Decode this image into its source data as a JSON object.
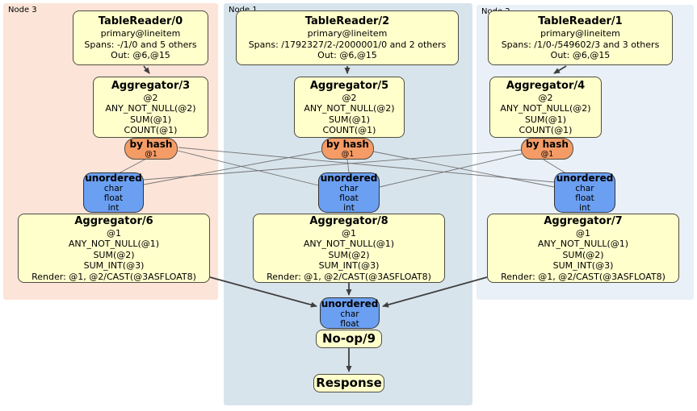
{
  "groups": {
    "node3": {
      "label": "Node 3"
    },
    "node1": {
      "label": "Node 1"
    },
    "node2": {
      "label": "Node 2"
    }
  },
  "processors": {
    "tablereader0": {
      "title": "TableReader/0",
      "lines": [
        "primary@lineitem",
        "Spans: -/1/0 and 5 others",
        "Out: @6,@15"
      ]
    },
    "tablereader2": {
      "title": "TableReader/2",
      "lines": [
        "primary@lineitem",
        "Spans: /1792327/2-/2000001/0 and 2 others",
        "Out: @6,@15"
      ]
    },
    "tablereader1": {
      "title": "TableReader/1",
      "lines": [
        "primary@lineitem",
        "Spans: /1/0-/549602/3 and 3 others",
        "Out: @6,@15"
      ]
    },
    "aggregator3": {
      "title": "Aggregator/3",
      "lines": [
        "@2",
        "ANY_NOT_NULL(@2)",
        "SUM(@1)",
        "COUNT(@1)"
      ]
    },
    "aggregator5": {
      "title": "Aggregator/5",
      "lines": [
        "@2",
        "ANY_NOT_NULL(@2)",
        "SUM(@1)",
        "COUNT(@1)"
      ]
    },
    "aggregator4": {
      "title": "Aggregator/4",
      "lines": [
        "@2",
        "ANY_NOT_NULL(@2)",
        "SUM(@1)",
        "COUNT(@1)"
      ]
    },
    "aggregator6": {
      "title": "Aggregator/6",
      "lines": [
        "@1",
        "ANY_NOT_NULL(@1)",
        "SUM(@2)",
        "SUM_INT(@3)",
        "Render: @1, @2/CAST(@3ASFLOAT8)"
      ]
    },
    "aggregator8": {
      "title": "Aggregator/8",
      "lines": [
        "@1",
        "ANY_NOT_NULL(@1)",
        "SUM(@2)",
        "SUM_INT(@3)",
        "Render: @1, @2/CAST(@3ASFLOAT8)"
      ]
    },
    "aggregator7": {
      "title": "Aggregator/7",
      "lines": [
        "@1",
        "ANY_NOT_NULL(@1)",
        "SUM(@2)",
        "SUM_INT(@3)",
        "Render: @1, @2/CAST(@3ASFLOAT8)"
      ]
    },
    "noop": {
      "title": "No-op/9"
    },
    "response": {
      "title": "Response"
    }
  },
  "routers": {
    "hash3": {
      "title": "by hash",
      "sub": "@1"
    },
    "hash5": {
      "title": "by hash",
      "sub": "@1"
    },
    "hash4": {
      "title": "by hash",
      "sub": "@1"
    }
  },
  "syncs": {
    "unordered_node3": {
      "title": "unordered",
      "lines": [
        "char",
        "float",
        "int"
      ]
    },
    "unordered_node1": {
      "title": "unordered",
      "lines": [
        "char",
        "float",
        "int"
      ]
    },
    "unordered_node2": {
      "title": "unordered",
      "lines": [
        "char",
        "float",
        "int"
      ]
    },
    "unordered_final": {
      "title": "unordered",
      "lines": [
        "char",
        "float"
      ]
    }
  },
  "colors": {
    "node3_bg": "#fce4d8",
    "node1_bg": "#d8e4ec",
    "node2_bg": "#e9f0f7",
    "processor_bg": "#ffffcc",
    "processor_border": "#4d4d42",
    "router_bg": "#f59c66",
    "sync_bg": "#6b9ff1",
    "edge_thick": "#3f3f3f",
    "edge_thin": "#737373"
  }
}
